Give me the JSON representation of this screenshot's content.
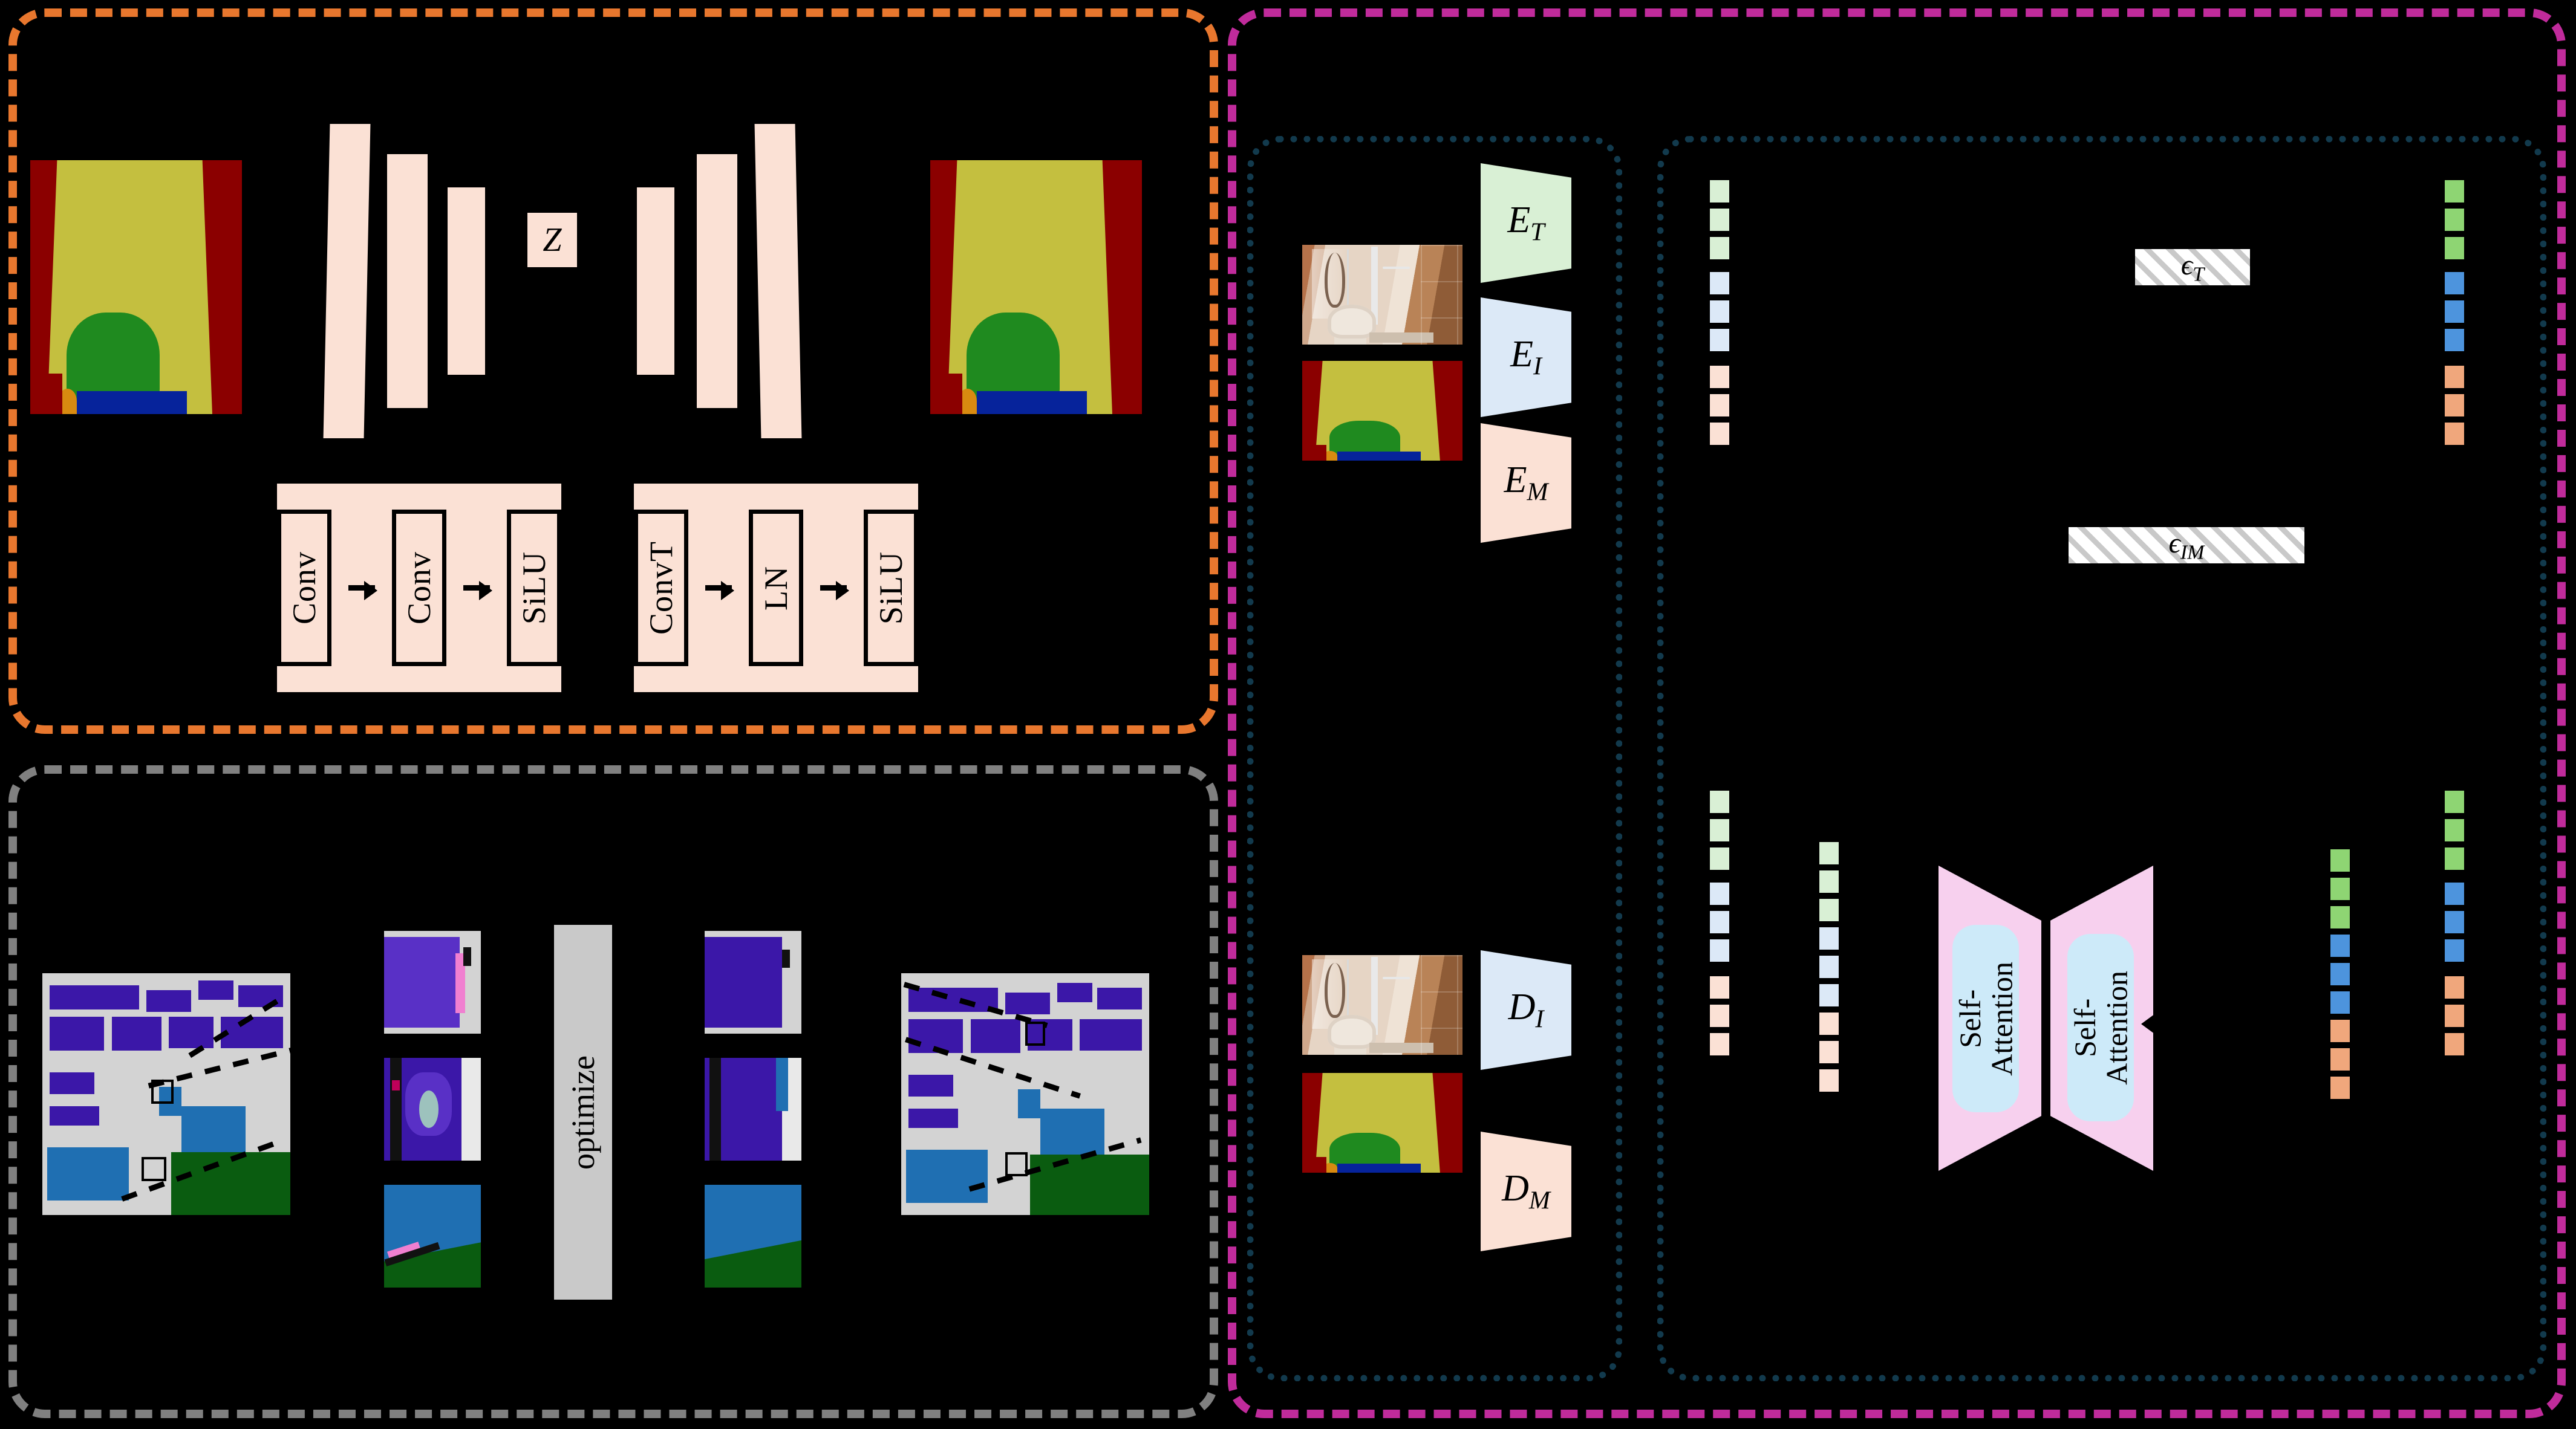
{
  "figure": {
    "panels": {
      "vae": {
        "name": "vae-autoencoder-panel",
        "border_color": "#e8772e"
      },
      "optimize": {
        "name": "optimization-panel",
        "border_color": "#808080"
      },
      "diffusion": {
        "name": "diffusion-panel",
        "border_color": "#c02b9b"
      },
      "encoder_group": {
        "name": "encoder-decoder-group",
        "border_color": "#123a4d"
      },
      "latent_group": {
        "name": "latent-diffusion-group",
        "border_color": "#123a4d"
      }
    },
    "vae": {
      "latent_label": "Z",
      "res_block_1": {
        "cells": [
          "Conv",
          "Conv",
          "SiLU"
        ]
      },
      "res_block_2": {
        "cells": [
          "ConvT",
          "LN",
          "SiLU"
        ]
      },
      "encoder_bar_count": 4,
      "decoder_bar_count": 4,
      "bar_color": "#fbe1d5",
      "input_thumb": "segmentation-map",
      "output_thumb": "segmentation-map"
    },
    "optimize": {
      "label": "optimize",
      "bar_color": "#c9c9c9",
      "left_thumb": "city-segmentation-before",
      "right_thumb": "city-segmentation-after",
      "crop_count_per_side": 3
    },
    "modules": {
      "encoders": [
        {
          "label": "E",
          "sub": "T",
          "color": "#d9f0d5",
          "name": "text-encoder"
        },
        {
          "label": "E",
          "sub": "I",
          "color": "#dce9f7",
          "name": "image-encoder"
        },
        {
          "label": "E",
          "sub": "M",
          "color": "#fbe1d5",
          "name": "mask-encoder"
        }
      ],
      "decoders": [
        {
          "label": "D",
          "sub": "I",
          "color": "#dce9f7",
          "name": "image-decoder"
        },
        {
          "label": "D",
          "sub": "M",
          "color": "#fbe1d5",
          "name": "mask-decoder"
        }
      ],
      "attention": [
        {
          "label": "Self-\nAttention",
          "line1": "Self-",
          "line2": "Attention",
          "name": "self-attention-left"
        },
        {
          "label": "Self-\nAttention",
          "line1": "Self-",
          "line2": "Attention",
          "name": "self-attention-right"
        }
      ],
      "attention_trap_color": "#f7d0ee",
      "attention_box_color": "#cdeaf9"
    },
    "noise": [
      {
        "symbol": "ϵ",
        "sub": "T",
        "name": "text-noise"
      },
      {
        "symbol": "ϵ",
        "sub": "IM",
        "name": "image-mask-noise"
      }
    ],
    "tokens": {
      "pale": {
        "text": "#d9f0d5",
        "image": "#dce9f7",
        "mask": "#fbe1d5"
      },
      "saturated": {
        "text": "#8ed573",
        "image": "#4d94dd",
        "mask": "#f0a77c"
      },
      "per_group": 3
    },
    "thumbnails": {
      "photo_caption": "bathroom-photo",
      "mask_caption": "bathroom-segmentation-mask"
    }
  }
}
